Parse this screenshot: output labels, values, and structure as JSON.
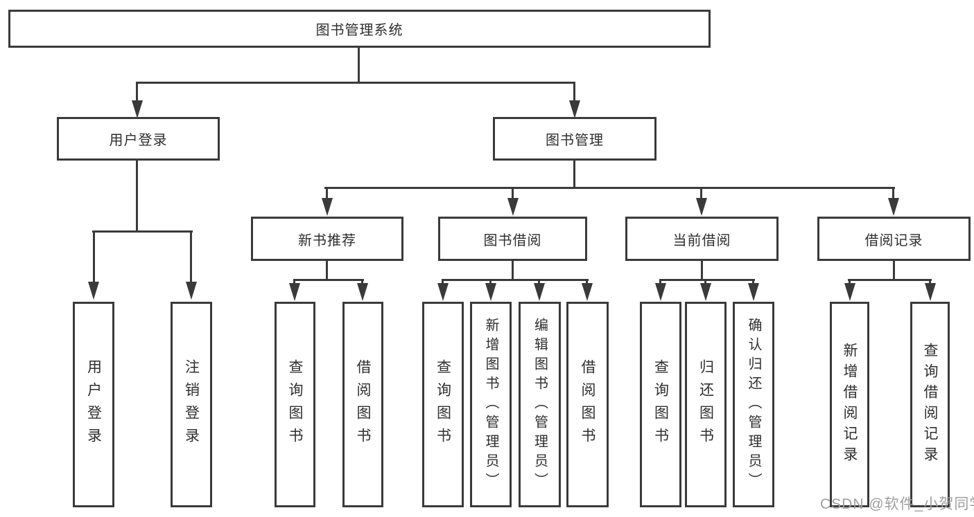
{
  "diagram": {
    "type": "hierarchy-tree",
    "background": "#ffffff",
    "line_color": "#3a3a3a",
    "box_border_color": "#3a3a3a",
    "text_color": "#2e2e2e",
    "root": {
      "label": "图书管理系统"
    },
    "level2": [
      {
        "label": "用户登录",
        "parent": "图书管理系统"
      },
      {
        "label": "图书管理",
        "parent": "图书管理系统"
      }
    ],
    "level3": [
      {
        "label": "新书推荐",
        "parent": "图书管理"
      },
      {
        "label": "图书借阅",
        "parent": "图书管理"
      },
      {
        "label": "当前借阅",
        "parent": "图书管理"
      },
      {
        "label": "借阅记录",
        "parent": "图书管理"
      }
    ],
    "leaves": [
      {
        "label": "用户登录",
        "parent": "用户登录"
      },
      {
        "label": "注销登录",
        "parent": "用户登录"
      },
      {
        "label": "查询图书",
        "parent": "新书推荐"
      },
      {
        "label": "借阅图书",
        "parent": "新书推荐"
      },
      {
        "label": "查询图书",
        "parent": "图书借阅"
      },
      {
        "label": "新增图书（管理员）",
        "parent": "图书借阅"
      },
      {
        "label": "编辑图书（管理员）",
        "parent": "图书借阅"
      },
      {
        "label": "借阅图书",
        "parent": "图书借阅"
      },
      {
        "label": "查询图书",
        "parent": "当前借阅"
      },
      {
        "label": "归还图书",
        "parent": "当前借阅"
      },
      {
        "label": "确认归还（管理员）",
        "parent": "当前借阅"
      },
      {
        "label": "新增借阅记录",
        "parent": "借阅记录"
      },
      {
        "label": "查询借阅记录",
        "parent": "借阅记录"
      }
    ],
    "watermark": {
      "text": "CSDN @软件_小贺同学",
      "color": "#9e9e9e"
    }
  }
}
